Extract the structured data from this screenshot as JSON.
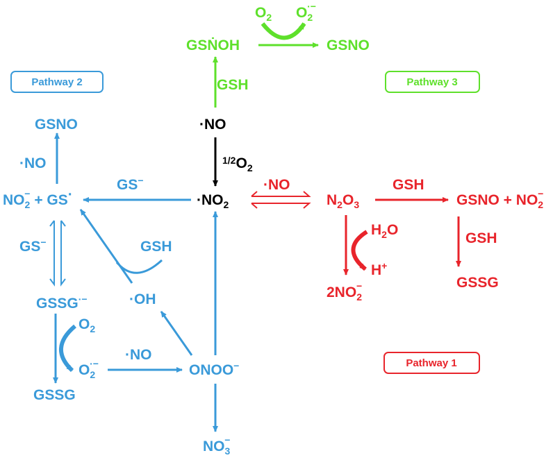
{
  "colors": {
    "blue": "#3a9ad9",
    "green": "#5ee02b",
    "red": "#e8242b",
    "black": "#000000"
  },
  "pathways": {
    "p1": "Pathway 1",
    "p2": "Pathway 2",
    "p3": "Pathway 3"
  },
  "center": {
    "no": "·NO",
    "o2_frac": "1/2",
    "o2": "O",
    "o2_sub": "2",
    "no2": "·NO",
    "no2_sub": "2"
  },
  "green": {
    "gsnoh": "GSṄOH",
    "gsh": "GSH",
    "o2": "O",
    "o2_sub": "2",
    "o2m": "O",
    "o2m_sub": "2",
    "o2m_sup": "·−",
    "gsno": "GSNO"
  },
  "red": {
    "no_label": "·NO",
    "n2o3_a": "N",
    "n2o3_s1": "2",
    "n2o3_b": "O",
    "n2o3_s2": "3",
    "gsh1": "GSH",
    "gsno_no2": "GSNO + NO",
    "gsno_no2_sub": "2",
    "gsno_no2_sup": "−",
    "h2o": "H",
    "h2o_sub": "2",
    "h2o_b": "O",
    "hplus": "H",
    "hplus_sup": "+",
    "twono2": "2NO",
    "twono2_sub": "2",
    "twono2_sup": "−",
    "gsh2": "GSH",
    "gssg": "GSSG"
  },
  "blue": {
    "gsno": "GSNO",
    "no": "·NO",
    "no2_gs": "NO",
    "no2_gs_sub": "2",
    "no2_gs_sup": "−",
    "no2_gs_rest": " + GS",
    "no2_gs_dot": "·",
    "gs_minus1": "GS",
    "gs_minus1_sup": "−",
    "gs_minus2": "GS",
    "gs_minus2_sup": "−",
    "gsh": "GSH",
    "oh": "·OH",
    "gssg_rad": "GSSG",
    "gssg_rad_sup": "·−",
    "o2": "O",
    "o2_sub": "2",
    "o2m": "O",
    "o2m_sub": "2",
    "o2m_sup": "·−",
    "no_b": "·NO",
    "onoo": "ONOO",
    "onoo_sup": "−",
    "gssg": "GSSG",
    "no3": "NO",
    "no3_sub": "3",
    "no3_sup": "−"
  }
}
